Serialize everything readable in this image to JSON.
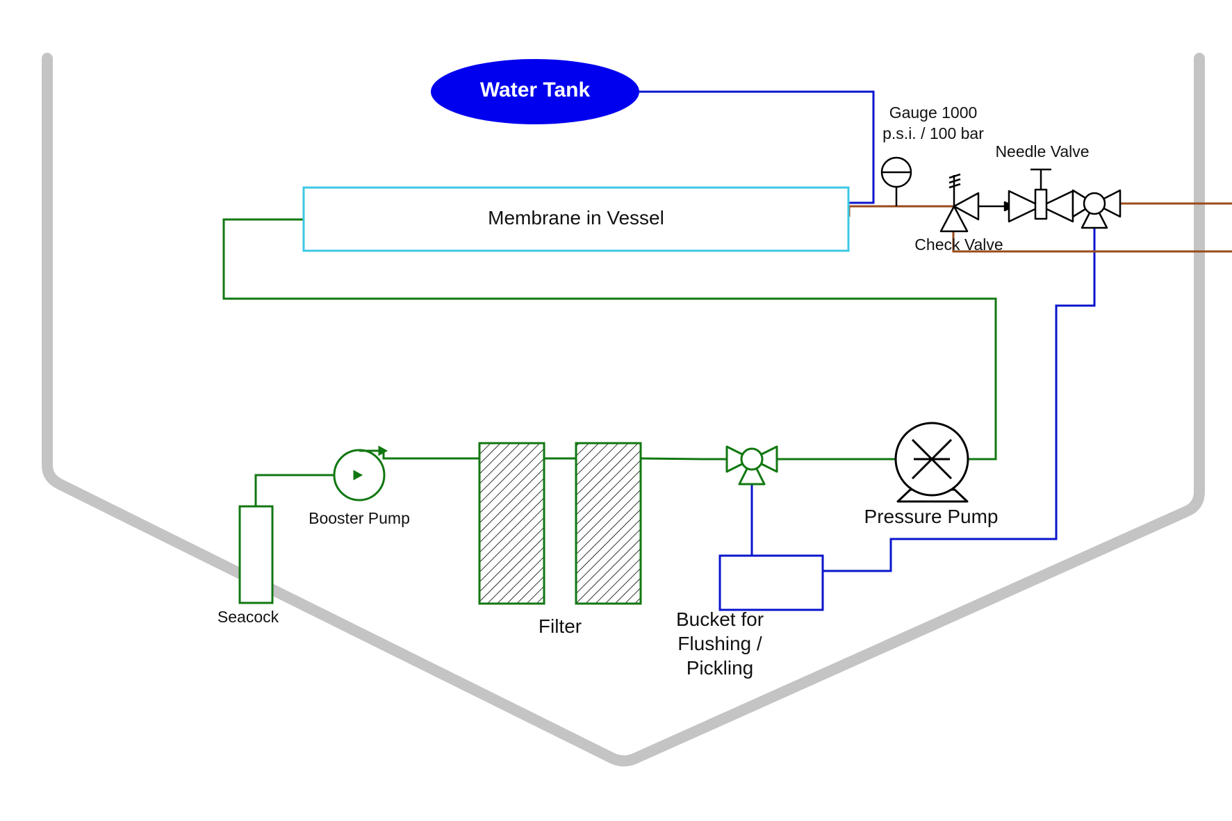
{
  "labels": {
    "water_tank": "Water Tank",
    "membrane": "Membrane in Vessel",
    "gauge_line1": "Gauge 1000",
    "gauge_line2": "p.s.i. / 100 bar",
    "needle_valve": "Needle Valve",
    "check_valve": "Check Valve",
    "booster_pump": "Booster Pump",
    "seacock": "Seacock",
    "filter": "Filter",
    "bucket_line1": "Bucket for",
    "bucket_line2": "Flushing /",
    "bucket_line3": "Pickling",
    "pressure_pump": "Pressure Pump"
  },
  "colors": {
    "hull": "#c4c4c4",
    "seawater_line": "#117711",
    "fresh_water_line": "#0a14cc",
    "brine_line": "#9a4a1a",
    "membrane_outline": "#3cc8e6",
    "tank_fill": "#0000ee",
    "symbol": "#000000"
  }
}
